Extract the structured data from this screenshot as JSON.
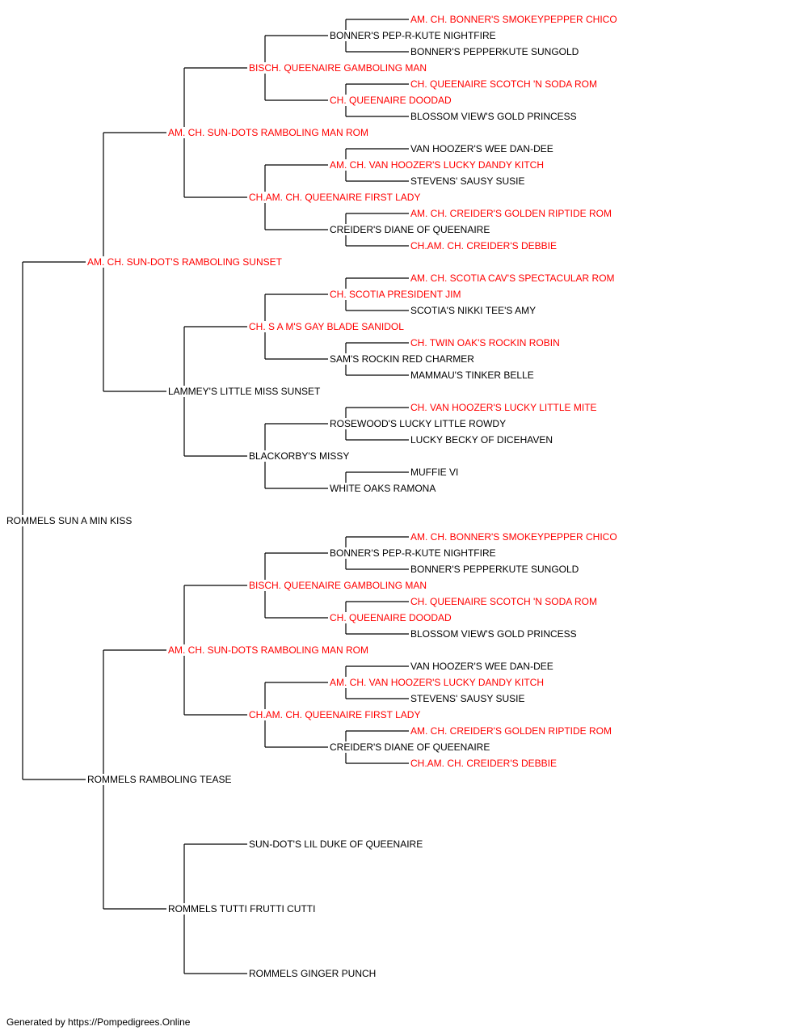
{
  "colors": {
    "champion": "#ff0000",
    "normal": "#000000",
    "line": "#000000",
    "background": "#ffffff"
  },
  "footer": "Generated by https://Pompedigrees.Online",
  "pedigree": {
    "name": "ROMMELS SUN A MIN KISS",
    "champion": false,
    "sire": {
      "name": "AM. CH. SUN-DOT'S RAMBOLING SUNSET",
      "champion": true,
      "sire": {
        "name": "AM. CH. SUN-DOTS RAMBOLING MAN ROM",
        "champion": true,
        "sire": {
          "name": "BISCH. QUEENAIRE GAMBOLING MAN",
          "champion": true,
          "sire": {
            "name": "BONNER'S PEP-R-KUTE NIGHTFIRE",
            "champion": false,
            "sire": {
              "name": "AM. CH. BONNER'S SMOKEYPEPPER CHICO",
              "champion": true
            },
            "dam": {
              "name": "BONNER'S PEPPERKUTE SUNGOLD",
              "champion": false
            }
          },
          "dam": {
            "name": "CH. QUEENAIRE DOODAD",
            "champion": true,
            "sire": {
              "name": "CH. QUEENAIRE SCOTCH 'N SODA ROM",
              "champion": true
            },
            "dam": {
              "name": "BLOSSOM VIEW'S GOLD PRINCESS",
              "champion": false
            }
          }
        },
        "dam": {
          "name": "CH.AM. CH. QUEENAIRE FIRST LADY",
          "champion": true,
          "sire": {
            "name": "AM. CH. VAN HOOZER'S LUCKY DANDY KITCH",
            "champion": true,
            "sire": {
              "name": "VAN HOOZER'S WEE DAN-DEE",
              "champion": false
            },
            "dam": {
              "name": "STEVENS' SAUSY SUSIE",
              "champion": false
            }
          },
          "dam": {
            "name": "CREIDER'S DIANE OF QUEENAIRE",
            "champion": false,
            "sire": {
              "name": "AM. CH. CREIDER'S GOLDEN RIPTIDE ROM",
              "champion": true
            },
            "dam": {
              "name": "CH.AM. CH. CREIDER'S DEBBIE",
              "champion": true
            }
          }
        }
      },
      "dam": {
        "name": "LAMMEY'S LITTLE MISS SUNSET",
        "champion": false,
        "sire": {
          "name": "CH. S A M'S GAY BLADE SANIDOL",
          "champion": true,
          "sire": {
            "name": "CH. SCOTIA PRESIDENT JIM",
            "champion": true,
            "sire": {
              "name": "AM. CH. SCOTIA CAV'S SPECTACULAR ROM",
              "champion": true
            },
            "dam": {
              "name": "SCOTIA'S NIKKI TEE'S AMY",
              "champion": false
            }
          },
          "dam": {
            "name": "SAM'S ROCKIN RED CHARMER",
            "champion": false,
            "sire": {
              "name": "CH. TWIN OAK'S ROCKIN ROBIN",
              "champion": true
            },
            "dam": {
              "name": "MAMMAU'S TINKER BELLE",
              "champion": false
            }
          }
        },
        "dam": {
          "name": "BLACKORBY'S MISSY",
          "champion": false,
          "sire": {
            "name": "ROSEWOOD'S LUCKY LITTLE ROWDY",
            "champion": false,
            "sire": {
              "name": "CH. VAN HOOZER'S LUCKY LITTLE MITE",
              "champion": true
            },
            "dam": {
              "name": "LUCKY BECKY OF DICEHAVEN",
              "champion": false
            }
          },
          "dam": {
            "name": "WHITE OAKS RAMONA",
            "champion": false,
            "sire": {
              "name": "MUFFIE VI",
              "champion": false
            },
            "dam": null
          }
        }
      }
    },
    "dam": {
      "name": "ROMMELS RAMBOLING TEASE",
      "champion": false,
      "sire": {
        "name": "AM. CH. SUN-DOTS RAMBOLING MAN ROM",
        "champion": true,
        "sire": {
          "name": "BISCH. QUEENAIRE GAMBOLING MAN",
          "champion": true,
          "sire": {
            "name": "BONNER'S PEP-R-KUTE NIGHTFIRE",
            "champion": false,
            "sire": {
              "name": "AM. CH. BONNER'S SMOKEYPEPPER CHICO",
              "champion": true
            },
            "dam": {
              "name": "BONNER'S PEPPERKUTE SUNGOLD",
              "champion": false
            }
          },
          "dam": {
            "name": "CH. QUEENAIRE DOODAD",
            "champion": true,
            "sire": {
              "name": "CH. QUEENAIRE SCOTCH 'N SODA ROM",
              "champion": true
            },
            "dam": {
              "name": "BLOSSOM VIEW'S GOLD PRINCESS",
              "champion": false
            }
          }
        },
        "dam": {
          "name": "CH.AM. CH. QUEENAIRE FIRST LADY",
          "champion": true,
          "sire": {
            "name": "AM. CH. VAN HOOZER'S LUCKY DANDY KITCH",
            "champion": true,
            "sire": {
              "name": "VAN HOOZER'S WEE DAN-DEE",
              "champion": false
            },
            "dam": {
              "name": "STEVENS' SAUSY SUSIE",
              "champion": false
            }
          },
          "dam": {
            "name": "CREIDER'S DIANE OF QUEENAIRE",
            "champion": false,
            "sire": {
              "name": "AM. CH. CREIDER'S GOLDEN RIPTIDE ROM",
              "champion": true
            },
            "dam": {
              "name": "CH.AM. CH. CREIDER'S DEBBIE",
              "champion": true
            }
          }
        }
      },
      "dam": {
        "name": "ROMMELS TUTTI FRUTTI CUTTI",
        "champion": false,
        "sire": {
          "name": "SUN-DOT'S LIL DUKE OF QUEENAIRE",
          "champion": false
        },
        "dam": {
          "name": "ROMMELS GINGER PUNCH",
          "champion": false
        }
      }
    }
  }
}
